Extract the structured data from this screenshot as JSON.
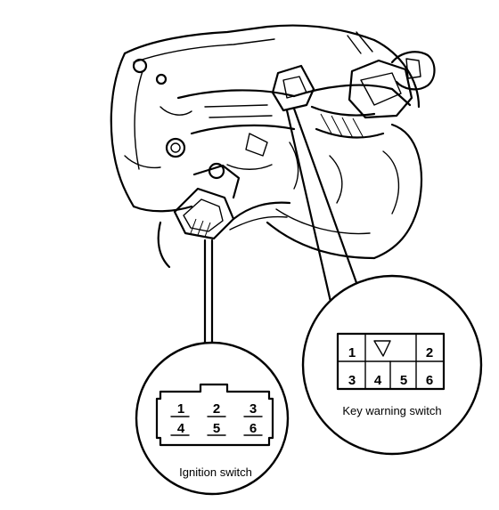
{
  "ignition_switch": {
    "label": "Ignition switch",
    "pins": [
      "1",
      "2",
      "3",
      "4",
      "5",
      "6"
    ]
  },
  "key_warning_switch": {
    "label": "Key warning switch",
    "pins": [
      "1",
      "2",
      "3",
      "4",
      "5",
      "6"
    ]
  }
}
